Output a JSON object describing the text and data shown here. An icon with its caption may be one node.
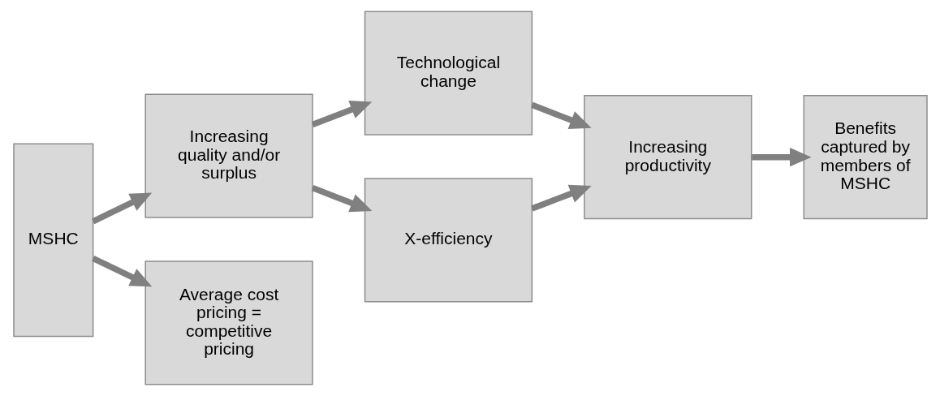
{
  "diagram": {
    "nodes": [
      {
        "text": [
          "MSHC"
        ]
      },
      {
        "text": [
          "Increasing quality and/or surplus"
        ]
      },
      {
        "text": [
          "Average cost pricing = competitive pricing"
        ]
      },
      {
        "text": [
          "Technological change"
        ]
      },
      {
        "text": [
          "X-efficiency"
        ]
      },
      {
        "text": [
          "Increasing productivity"
        ]
      },
      {
        "text": [
          "Benefits captured by members of MSHC"
        ]
      }
    ],
    "edges": [
      {
        "from": 0,
        "to": 1,
        "arrow": "to"
      },
      {
        "from": 0,
        "to": 2,
        "arrow": "to"
      },
      {
        "from": 1,
        "to": 3,
        "arrow": "to"
      },
      {
        "from": 1,
        "to": 4,
        "arrow": "to"
      },
      {
        "from": 3,
        "to": 5,
        "arrow": "to"
      },
      {
        "from": 4,
        "to": 5,
        "arrow": "to"
      },
      {
        "from": 5,
        "to": 6,
        "arrow": "to"
      }
    ]
  }
}
